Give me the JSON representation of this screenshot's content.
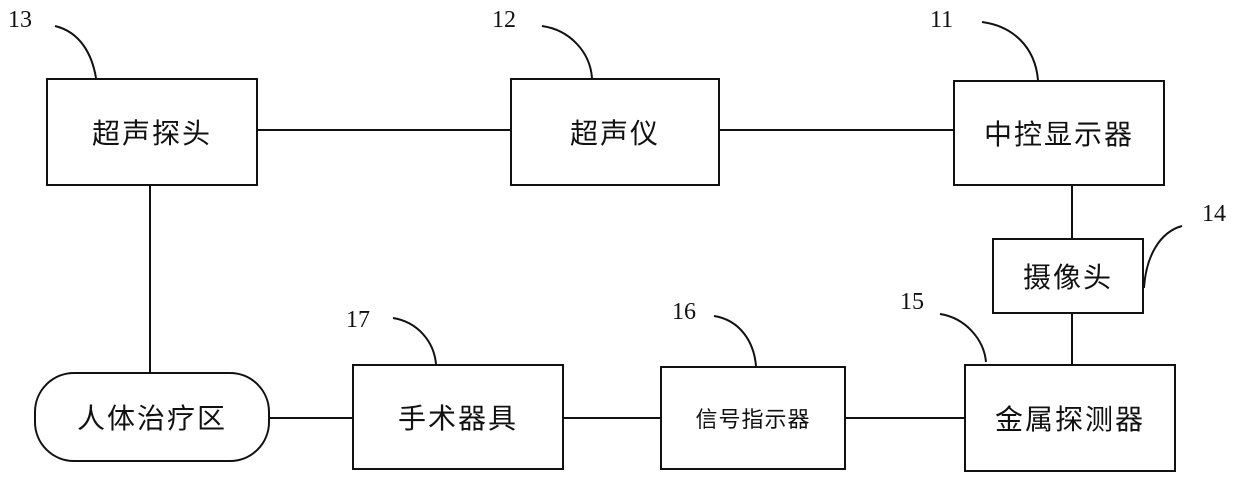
{
  "blocks": {
    "ultrasound_probe": "超声探头",
    "ultrasound_device": "超声仪",
    "central_display": "中控显示器",
    "camera": "摄像头",
    "treatment_area": "人体治疗区",
    "surgical_instrument": "手术器具",
    "signal_indicator": "信号指示器",
    "metal_detector": "金属探测器"
  },
  "labels": {
    "ref_11": "11",
    "ref_12": "12",
    "ref_13": "13",
    "ref_14": "14",
    "ref_15": "15",
    "ref_16": "16",
    "ref_17": "17"
  },
  "colors": {
    "stroke": "#111111",
    "background": "#ffffff"
  }
}
